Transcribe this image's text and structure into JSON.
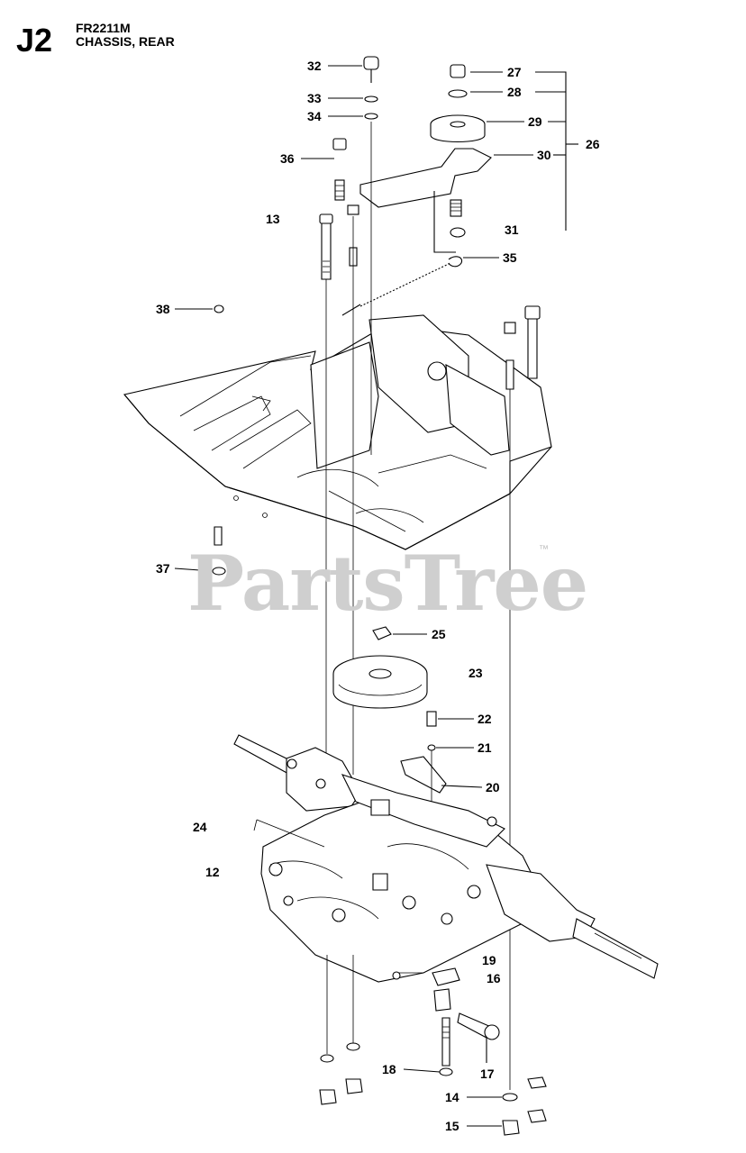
{
  "header": {
    "section_code": "J2",
    "model": "FR2211M",
    "title": "CHASSIS, REAR"
  },
  "watermark": {
    "text": "PartsTree",
    "trademark": "™"
  },
  "callouts": [
    {
      "id": "c32",
      "label": "32"
    },
    {
      "id": "c33",
      "label": "33"
    },
    {
      "id": "c34",
      "label": "34"
    },
    {
      "id": "c36",
      "label": "36"
    },
    {
      "id": "c13",
      "label": "13"
    },
    {
      "id": "c38",
      "label": "38"
    },
    {
      "id": "c27",
      "label": "27"
    },
    {
      "id": "c28",
      "label": "28"
    },
    {
      "id": "c29",
      "label": "29"
    },
    {
      "id": "c30",
      "label": "30"
    },
    {
      "id": "c26",
      "label": "26"
    },
    {
      "id": "c31",
      "label": "31"
    },
    {
      "id": "c35",
      "label": "35"
    },
    {
      "id": "c37",
      "label": "37"
    },
    {
      "id": "c25",
      "label": "25"
    },
    {
      "id": "c23",
      "label": "23"
    },
    {
      "id": "c22",
      "label": "22"
    },
    {
      "id": "c21",
      "label": "21"
    },
    {
      "id": "c20",
      "label": "20"
    },
    {
      "id": "c24",
      "label": "24"
    },
    {
      "id": "c12",
      "label": "12"
    },
    {
      "id": "c19",
      "label": "19"
    },
    {
      "id": "c16",
      "label": "16"
    },
    {
      "id": "c18",
      "label": "18"
    },
    {
      "id": "c17",
      "label": "17"
    },
    {
      "id": "c14",
      "label": "14"
    },
    {
      "id": "c15",
      "label": "15"
    }
  ]
}
